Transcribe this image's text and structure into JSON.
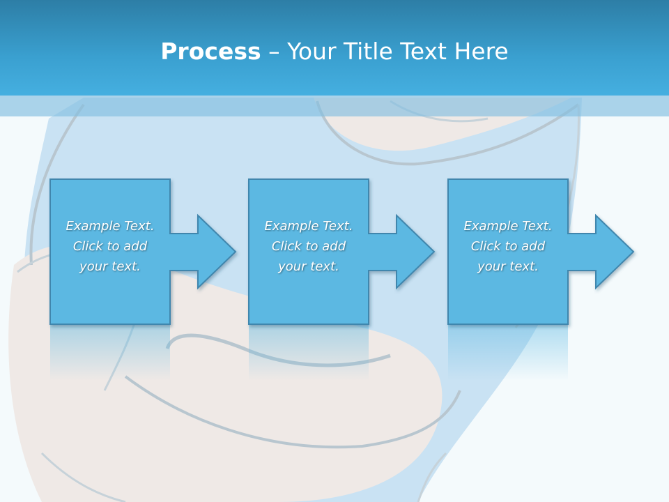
{
  "slide": {
    "title_bold": "Process",
    "title_rest": " – Your Title Text Here"
  },
  "steps": [
    {
      "line1": "Example Text.",
      "line2": "Click  to add",
      "line3": "your text."
    },
    {
      "line1": "Example Text.",
      "line2": "Click  to add",
      "line3": "your text."
    },
    {
      "line1": "Example Text.",
      "line2": "Click  to add",
      "line3": "your text."
    }
  ],
  "colors": {
    "header": "#3aa0d0",
    "box_fill": "#5cb8e2",
    "box_stroke": "#3f86ad",
    "background": "#f4fafc"
  },
  "icons": [
    "arrow-right-icon"
  ]
}
